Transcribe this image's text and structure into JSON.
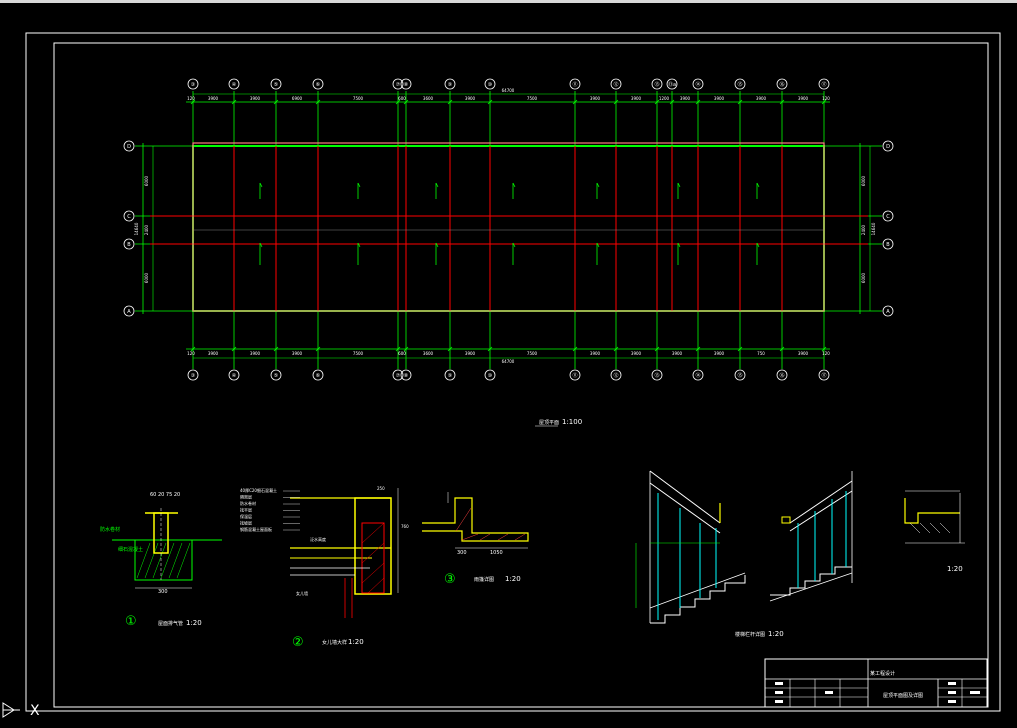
{
  "colors": {
    "background": "#000000",
    "frame": "#ffffff",
    "grid_line": "#00ff00",
    "beam": "#ff0000",
    "slab": "#ff8080",
    "section": "#ffff00",
    "rail": "#00ffff",
    "text": "#ffffff"
  },
  "grid": {
    "axes_top": [
      "③",
      "④",
      "⑤",
      "⑥",
      "⑦",
      "⑧",
      "⑨",
      "⑩",
      "⑪",
      "⑫",
      "⑬",
      "⑬a",
      "⑭",
      "⑮",
      "⑯",
      "⑰"
    ],
    "axes_bottom": [
      "③",
      "④",
      "⑤",
      "⑥",
      "⑦",
      "⑧",
      "⑨",
      "⑩",
      "⑪",
      "⑫",
      "⑬",
      "⑭",
      "⑮",
      "⑯",
      "⑰"
    ],
    "axes_left": [
      "D",
      "C",
      "B",
      "A"
    ],
    "axes_right": [
      "D",
      "C",
      "B",
      "A"
    ],
    "top_dims": [
      "120",
      "3900",
      "3900",
      "6900",
      "7500",
      "600",
      "3600",
      "3900",
      "7500",
      "3900",
      "3900",
      "1200",
      "3900",
      "3900",
      "3900",
      "3900",
      "120"
    ],
    "bottom_dims": [
      "120",
      "3900",
      "3900",
      "3900",
      "7500",
      "600",
      "3600",
      "3900",
      "7500",
      "3900",
      "3900",
      "3900",
      "3900",
      "750",
      "3900",
      "120"
    ],
    "overall_dim": "64700",
    "left_dims": [
      "6000",
      "2400",
      "6000"
    ],
    "left_total": "14640",
    "right_dims": [
      "6000",
      "2400",
      "6000"
    ],
    "right_total": "14640"
  },
  "plan": {
    "title": "屋顶平面",
    "scale": "1:100"
  },
  "details": [
    {
      "number": "①",
      "title": "屋面排气管",
      "scale": "1:20"
    },
    {
      "number": "②",
      "title": "女儿墙大样",
      "scale": "1:20"
    },
    {
      "number": "③",
      "title": "雨篷详图",
      "scale": "1:20"
    }
  ],
  "detail1_labels": {
    "dims": "60 20 75 20",
    "note1": "防水卷材",
    "note2": "细石混凝土",
    "base": "300"
  },
  "detail2_labels": {
    "layers": [
      "40厚C20细石混凝土",
      "隔离层",
      "防水卷材",
      "找平层",
      "保温层",
      "找坡层",
      "钢筋混凝土屋面板"
    ],
    "note1": "泛水高度",
    "note2": "女儿墙",
    "dim1": "250",
    "dim2": "760"
  },
  "detail3_labels": {
    "dim1": "300",
    "dim2": "1050"
  },
  "stair": {
    "title": "楼梯栏杆详图",
    "scale": "1:20"
  },
  "small_detail": {
    "scale": "1:20"
  },
  "title_block": {
    "project": "某工程设计",
    "drawing": "屋顶平面图及详图"
  },
  "ucs": {
    "label": "X"
  }
}
